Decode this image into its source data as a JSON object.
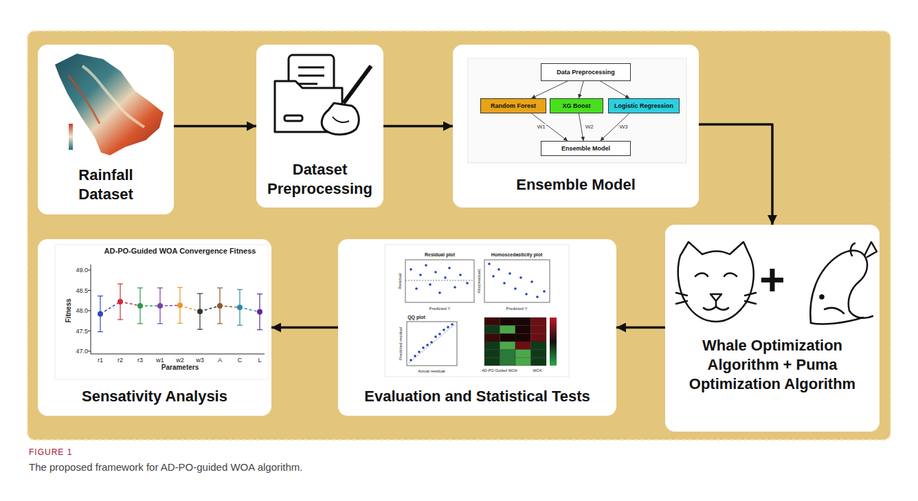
{
  "diagram": {
    "caption": "The proposed framework for AD-PO-guided WOA algorithm.",
    "nodes": [
      {
        "text": [
          "Rainfall Dataset"
        ]
      },
      {
        "text": [
          "Dataset Preprocessing"
        ]
      },
      {
        "text": [
          "Ensemble Model"
        ]
      },
      {
        "text": [
          "+",
          "Whale Optimization Algorithm + Puma Optimization Algorithm"
        ]
      },
      {
        "text": [
          "Evaluation and Statistical Tests"
        ]
      },
      {
        "text": [
          "Sensativity Analysis"
        ]
      },
      {
        "text": [
          "Data Preprocessing"
        ],
        "in": 2
      },
      {
        "text": [
          "Random Forest"
        ],
        "in": 2
      },
      {
        "text": [
          "XG Boost"
        ],
        "in": 2
      },
      {
        "text": [
          "Logistic Regression"
        ],
        "in": 2
      },
      {
        "text": [
          "Ensemble Model"
        ],
        "in": 2
      }
    ],
    "edges": [
      {
        "from": 0,
        "to": 1,
        "arrow": "to"
      },
      {
        "from": 1,
        "to": 2,
        "arrow": "to"
      },
      {
        "from": 2,
        "to": 3,
        "arrow": "to"
      },
      {
        "from": 3,
        "to": 4,
        "arrow": "to"
      },
      {
        "from": 4,
        "to": 5,
        "arrow": "to"
      },
      {
        "from": 6,
        "to": 7,
        "arrow": "to"
      },
      {
        "from": 6,
        "to": 8,
        "arrow": "to"
      },
      {
        "from": 6,
        "to": 9,
        "arrow": "to"
      },
      {
        "from": 7,
        "to": 10,
        "label": "W1",
        "arrow": "to"
      },
      {
        "from": 8,
        "to": 10,
        "label": "W2",
        "arrow": "to"
      },
      {
        "from": 9,
        "to": 10,
        "label": "W3",
        "arrow": "to"
      }
    ],
    "labels": [
      "AD-PO-Guided WOA Convergence Fitness",
      "Fitness",
      "Parameters",
      "49.0",
      "48.5",
      "48.0",
      "47.5",
      "47.0",
      "r1",
      "r2",
      "r3",
      "w1",
      "w2",
      "w3",
      "A",
      "C",
      "L",
      "Residual plot",
      "Homoscedasticity plot",
      "QQ plot",
      "Predicted Y",
      "Residual",
      "Predicted Y",
      "Abs(residual)",
      "Actual residual",
      "Predicted residual",
      "AD-PO-Guided WOA",
      "WOA",
      "FIGURE 1"
    ]
  }
}
